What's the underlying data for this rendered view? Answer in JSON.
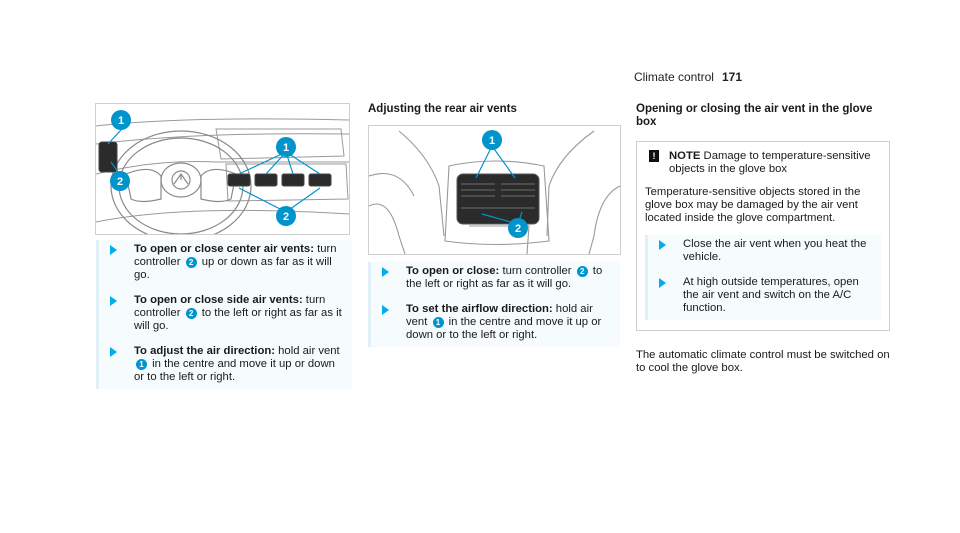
{
  "header": {
    "section": "Climate control",
    "page": "171"
  },
  "figure1": {
    "callouts": [
      "1",
      "1",
      "2",
      "2"
    ]
  },
  "figure2": {
    "callouts": [
      "1",
      "2"
    ]
  },
  "col1": {
    "steps": [
      {
        "bold": "To open or close center air vents:",
        "t1": " turn controller ",
        "n1": "2",
        "t2": " up or down as far as it will go."
      },
      {
        "bold": "To open or close side air vents:",
        "t1": " turn controller ",
        "n1": "2",
        "t2": " to the left or right as far as it will go."
      },
      {
        "bold": "To adjust the air direction:",
        "t1": " hold air vent ",
        "n1": "1",
        "t2": " in the centre and move it up or down or to the left or right."
      }
    ]
  },
  "col2": {
    "title": "Adjusting the rear air vents",
    "steps": [
      {
        "bold": "To open or close:",
        "t1": " turn controller ",
        "n1": "2",
        "t2": " to the left or right as far as it will go."
      },
      {
        "bold": "To set the airflow direction:",
        "t1": " hold air vent ",
        "n1": "1",
        "t2": " in the centre and move it up or down or to the left or right."
      }
    ]
  },
  "col3": {
    "title": "Opening or closing the air vent in the glove box",
    "note": {
      "icon": "!",
      "label": "NOTE",
      "text": " Damage to temperature-sensitive objects in the glove box",
      "body": "Temperature-sensitive objects stored in the glove box may be damaged by the air vent located inside the glove compartment.",
      "steps": [
        "Close the air vent when you heat the vehicle.",
        "At high outside temperatures, open the air vent and switch on the A/C function."
      ]
    },
    "after": "The automatic climate control must be switched on to cool the glove box."
  }
}
